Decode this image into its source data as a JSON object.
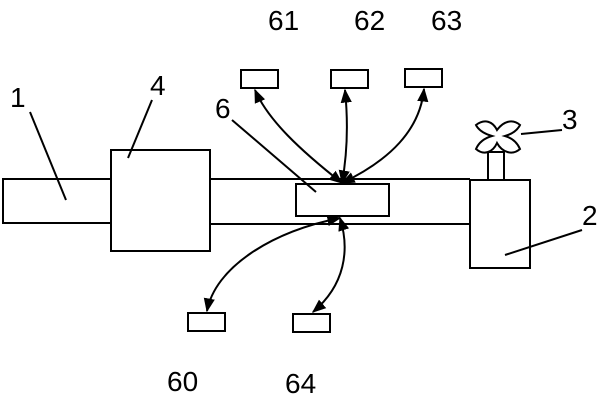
{
  "diagram": {
    "labels": {
      "l1": "1",
      "l2": "2",
      "l3": "3",
      "l4": "4",
      "l6": "6",
      "l60": "60",
      "l61": "61",
      "l62": "62",
      "l63": "63",
      "l64": "64"
    }
  }
}
